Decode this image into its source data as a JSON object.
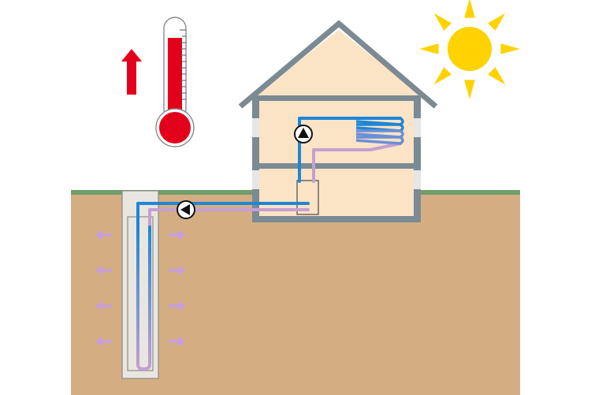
{
  "colors": {
    "background": "#ffffff",
    "soil": "#d4ae82",
    "grass": "#6f9e6a",
    "house_fill": "#fbe3c6",
    "house_wall": "#7b8a93",
    "window": "#e6e6e6",
    "probe_box": "#e9e6df",
    "pipe_blue": "#1f86d6",
    "pipe_violet": "#c4a0d2",
    "heat_arrow": "#c9a0d6",
    "pump_fill": "#ffffff",
    "pump_stroke": "#111111",
    "sun": "#ffd200",
    "thermometer_red": "#e2001a",
    "thermometer_glass": "#ffffff",
    "up_arrow": "#e2001a"
  },
  "icons": {
    "sun": "sun-icon",
    "thermometer": "thermometer-icon",
    "temperature_rise": "arrow-up-icon",
    "circulation_pump": "pump-icon"
  },
  "scene": {
    "items": [
      "sun",
      "thermometer",
      "temperature-rise-arrow",
      "house",
      "ground",
      "borehole-heat-exchanger",
      "circulation-pump-ground",
      "circulation-pump-house",
      "heat-pump-unit",
      "underfloor-heating-coil",
      "ground-heat-flow-arrows"
    ],
    "heat_flow_arrows_per_side": 4,
    "heating_coil_turns": 4,
    "thermometer_ticks": 12
  }
}
